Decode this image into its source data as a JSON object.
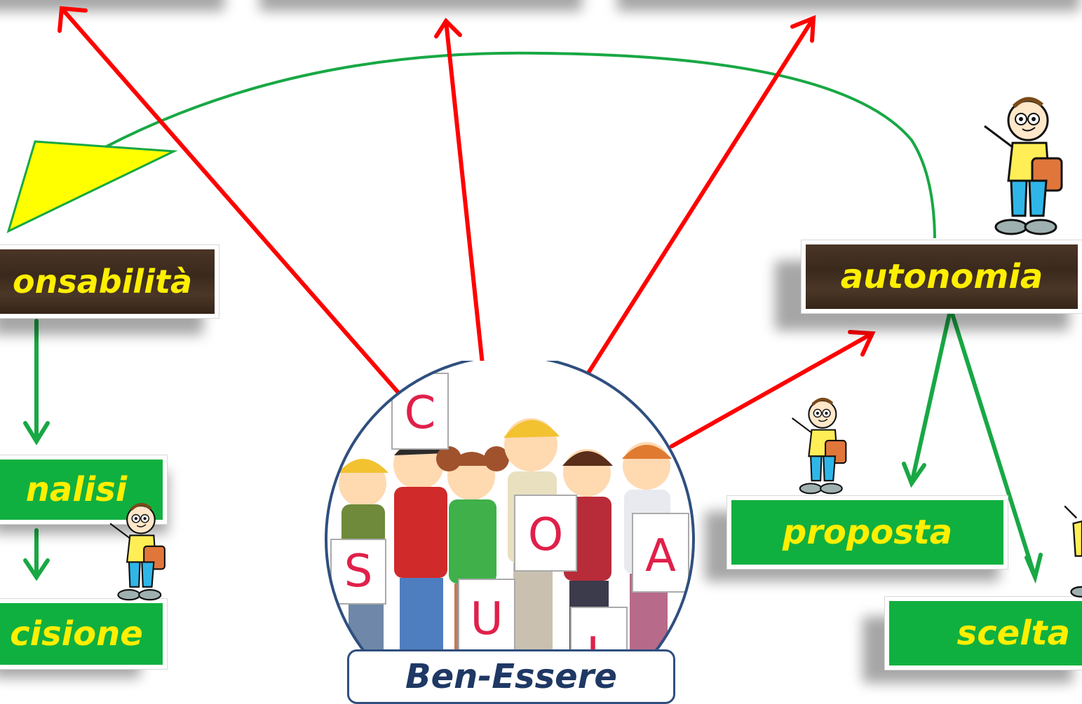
{
  "center_label": "Ben-Essere",
  "nodes": {
    "responsabilita": "onsabilità",
    "analisi": "nalisi",
    "decisione": "cisione",
    "autonomia": "autonomia",
    "proposta": "proposta",
    "scelta": "scelta"
  },
  "photo_letters": [
    "C",
    "S",
    "U",
    "O",
    "A",
    "L"
  ],
  "colors": {
    "red_arrow": "#ff0000",
    "green_arrow": "#18a844",
    "green_box": "#10b040",
    "wood_box": "#3d2b1f",
    "label_text": "#ffef00",
    "center_text": "#1f3864",
    "triangle": "#ffff00"
  }
}
